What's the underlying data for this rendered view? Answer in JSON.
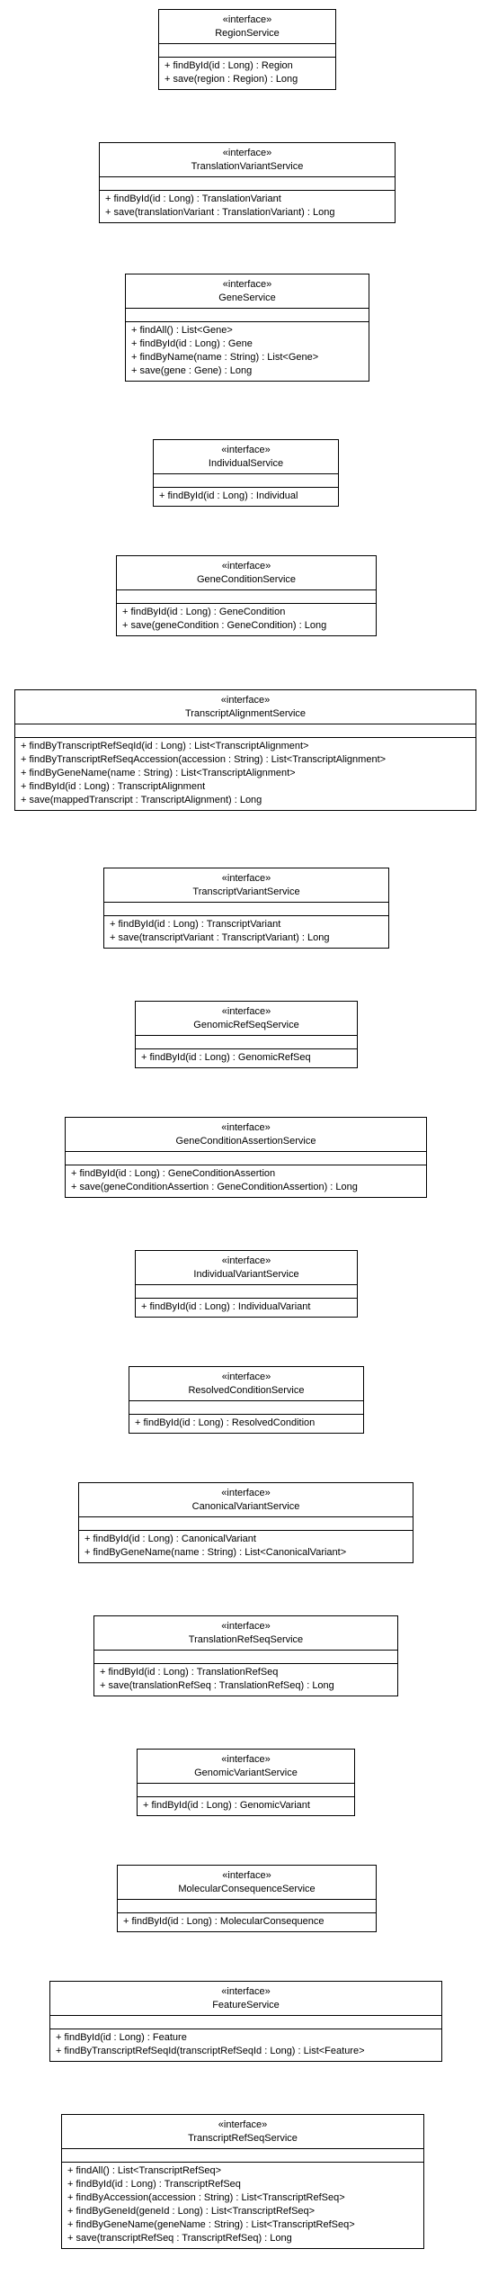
{
  "classes": [
    {
      "stereotype": "«interface»",
      "name": "RegionService",
      "operations": [
        "+ findById(id : Long) : Region",
        "+ save(region : Region) : Long"
      ]
    },
    {
      "stereotype": "«interface»",
      "name": "TranslationVariantService",
      "operations": [
        "+ findById(id : Long) : TranslationVariant",
        "+ save(translationVariant : TranslationVariant) : Long"
      ]
    },
    {
      "stereotype": "«interface»",
      "name": "GeneService",
      "operations": [
        "+ findAll() : List<Gene>",
        "+ findById(id : Long) : Gene",
        "+ findByName(name : String) : List<Gene>",
        "+ save(gene : Gene) : Long"
      ]
    },
    {
      "stereotype": "«interface»",
      "name": "IndividualService",
      "operations": [
        "+ findById(id : Long) : Individual"
      ]
    },
    {
      "stereotype": "«interface»",
      "name": "GeneConditionService",
      "operations": [
        "+ findById(id : Long) : GeneCondition",
        "+ save(geneCondition : GeneCondition) : Long"
      ]
    },
    {
      "stereotype": "«interface»",
      "name": "TranscriptAlignmentService",
      "operations": [
        "+ findByTranscriptRefSeqId(id : Long) : List<TranscriptAlignment>",
        "+ findByTranscriptRefSeqAccession(accession : String) : List<TranscriptAlignment>",
        "+ findByGeneName(name : String) : List<TranscriptAlignment>",
        "+ findById(id : Long) : TranscriptAlignment",
        "+ save(mappedTranscript : TranscriptAlignment) : Long"
      ]
    },
    {
      "stereotype": "«interface»",
      "name": "TranscriptVariantService",
      "operations": [
        "+ findById(id : Long) : TranscriptVariant",
        "+ save(transcriptVariant : TranscriptVariant) : Long"
      ]
    },
    {
      "stereotype": "«interface»",
      "name": "GenomicRefSeqService",
      "operations": [
        "+ findById(id : Long) : GenomicRefSeq"
      ]
    },
    {
      "stereotype": "«interface»",
      "name": "GeneConditionAssertionService",
      "operations": [
        "+ findById(id : Long) : GeneConditionAssertion",
        "+ save(geneConditionAssertion : GeneConditionAssertion) : Long"
      ]
    },
    {
      "stereotype": "«interface»",
      "name": "IndividualVariantService",
      "operations": [
        "+ findById(id : Long) : IndividualVariant"
      ]
    },
    {
      "stereotype": "«interface»",
      "name": "ResolvedConditionService",
      "operations": [
        "+ findById(id : Long) : ResolvedCondition"
      ]
    },
    {
      "stereotype": "«interface»",
      "name": "CanonicalVariantService",
      "operations": [
        "+ findById(id : Long) : CanonicalVariant",
        "+ findByGeneName(name : String) : List<CanonicalVariant>"
      ]
    },
    {
      "stereotype": "«interface»",
      "name": "TranslationRefSeqService",
      "operations": [
        "+ findById(id : Long) : TranslationRefSeq",
        "+ save(translationRefSeq : TranslationRefSeq) : Long"
      ]
    },
    {
      "stereotype": "«interface»",
      "name": "GenomicVariantService",
      "operations": [
        "+ findById(id : Long) : GenomicVariant"
      ]
    },
    {
      "stereotype": "«interface»",
      "name": "MolecularConsequenceService",
      "operations": [
        "+ findById(id : Long) : MolecularConsequence"
      ]
    },
    {
      "stereotype": "«interface»",
      "name": "FeatureService",
      "operations": [
        "+ findById(id : Long) : Feature",
        "+ findByTranscriptRefSeqId(transcriptRefSeqId : Long) : List<Feature>"
      ]
    },
    {
      "stereotype": "«interface»",
      "name": "TranscriptRefSeqService",
      "operations": [
        "+ findAll() : List<TranscriptRefSeq>",
        "+ findById(id : Long) : TranscriptRefSeq",
        "+ findByAccession(accession : String) : List<TranscriptRefSeq>",
        "+ findByGeneId(geneId : Long) : List<TranscriptRefSeq>",
        "+ findByGeneName(geneName : String) : List<TranscriptRefSeq>",
        "+ save(transcriptRefSeq : TranscriptRefSeq) : Long"
      ]
    }
  ]
}
